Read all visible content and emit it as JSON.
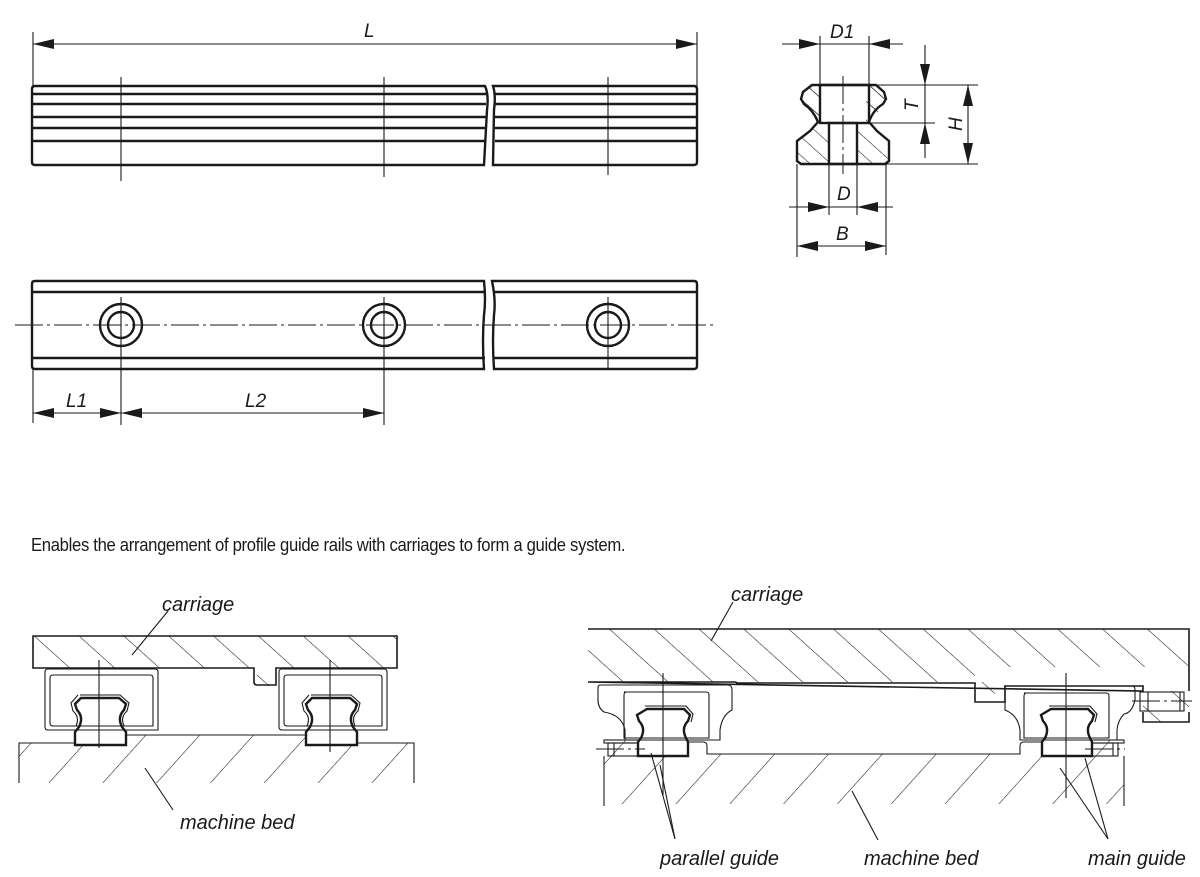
{
  "diagram": {
    "title": "Profile guide rail – dimensional drawing and arrangement example",
    "side_view": {
      "dimension_labels": {
        "length": "L"
      }
    },
    "top_view": {
      "dimension_labels": {
        "end_to_first_hole": "L1",
        "hole_pitch": "L2"
      },
      "hole_count": 3
    },
    "cross_section": {
      "dimension_labels": {
        "counterbore_diameter": "D1",
        "bore_diameter": "D",
        "width": "B",
        "height": "H",
        "counterbore_depth": "T"
      }
    },
    "caption": "Enables the arrangement of profile guide rails with carriages to form a guide system.",
    "example_left": {
      "labels": {
        "carriage": "carriage",
        "machine_bed": "machine bed"
      }
    },
    "example_right": {
      "labels": {
        "carriage": "carriage",
        "parallel_guide": "parallel guide",
        "machine_bed": "machine bed",
        "main_guide": "main guide"
      }
    }
  }
}
